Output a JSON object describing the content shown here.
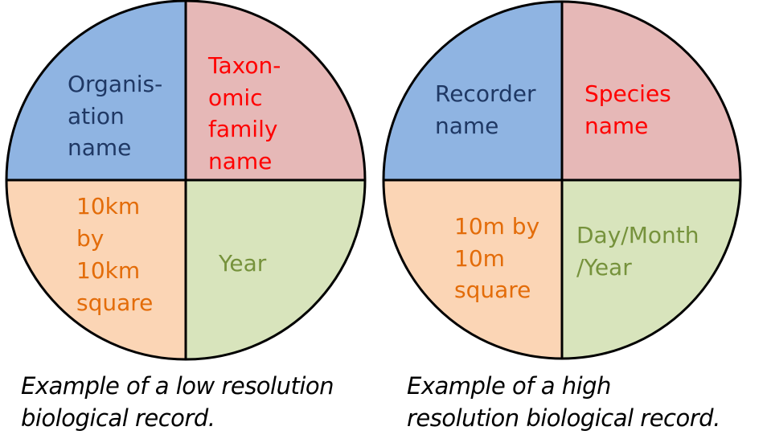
{
  "colors": {
    "blue": "#8fb4e2",
    "pink": "#e6b8b7",
    "peach": "#fbd5b5",
    "green": "#d8e4bc",
    "outline": "#000000",
    "text_blue": "#1f3864",
    "text_red": "#ff0000",
    "text_orange": "#e36c09",
    "text_green": "#76923c"
  },
  "low_res": {
    "top_left": [
      "Organis-",
      "ation",
      "name"
    ],
    "top_right": [
      "Taxon-",
      "omic",
      "family",
      "name"
    ],
    "bottom_left": [
      "10km",
      "by",
      "10km",
      "square"
    ],
    "bottom_right": [
      "Year"
    ],
    "caption_line1": "Example of a low resolution",
    "caption_line2": "biological record."
  },
  "high_res": {
    "top_left": [
      "Recorder",
      "name"
    ],
    "top_right": [
      "Species",
      "name"
    ],
    "bottom_left": [
      "10m by",
      "10m",
      "square"
    ],
    "bottom_right": [
      "Day/Month",
      "/Year"
    ],
    "caption_line1": "Example of a high",
    "caption_line2": "resolution biological record."
  }
}
